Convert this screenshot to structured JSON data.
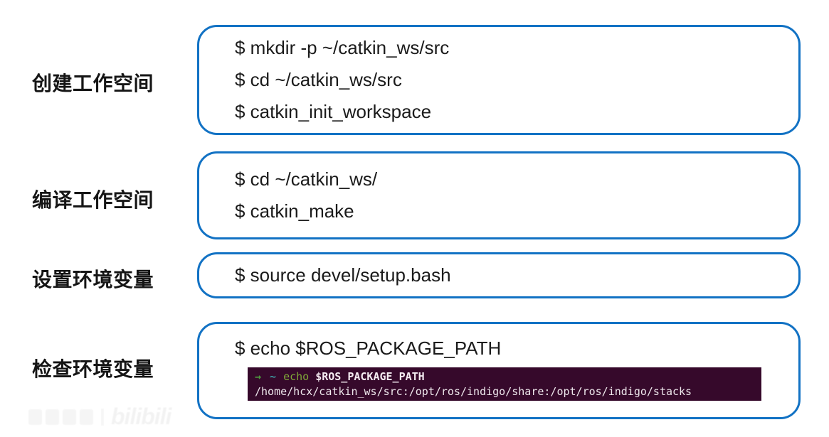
{
  "colors": {
    "box_border": "#1272c4",
    "command_text": "#1b1b1b",
    "terminal_background": "#36092b",
    "terminal_prompt_arrow": "#4f9f3f",
    "terminal_dir": "#41d0ce",
    "terminal_command": "#7fa838",
    "terminal_text": "#eee7ec"
  },
  "sections": [
    {
      "label": "创建工作空间",
      "commands": [
        "$ mkdir -p ~/catkin_ws/src",
        "$ cd ~/catkin_ws/src",
        "$ catkin_init_workspace"
      ]
    },
    {
      "label": "编译工作空间",
      "commands": [
        "$ cd ~/catkin_ws/",
        "$ catkin_make"
      ]
    },
    {
      "label": "设置环境变量",
      "commands": [
        "$ source devel/setup.bash"
      ]
    },
    {
      "label": "检查环境变量",
      "commands": [
        "$ echo $ROS_PACKAGE_PATH"
      ]
    }
  ],
  "terminal": {
    "prompt_arrow": "→",
    "prompt_dir": "~",
    "command": "echo",
    "argument": "$ROS_PACKAGE_PATH",
    "output": "/home/hcx/catkin_ws/src:/opt/ros/indigo/share:/opt/ros/indigo/stacks"
  },
  "watermark": {
    "logo_text": "bilibili"
  }
}
